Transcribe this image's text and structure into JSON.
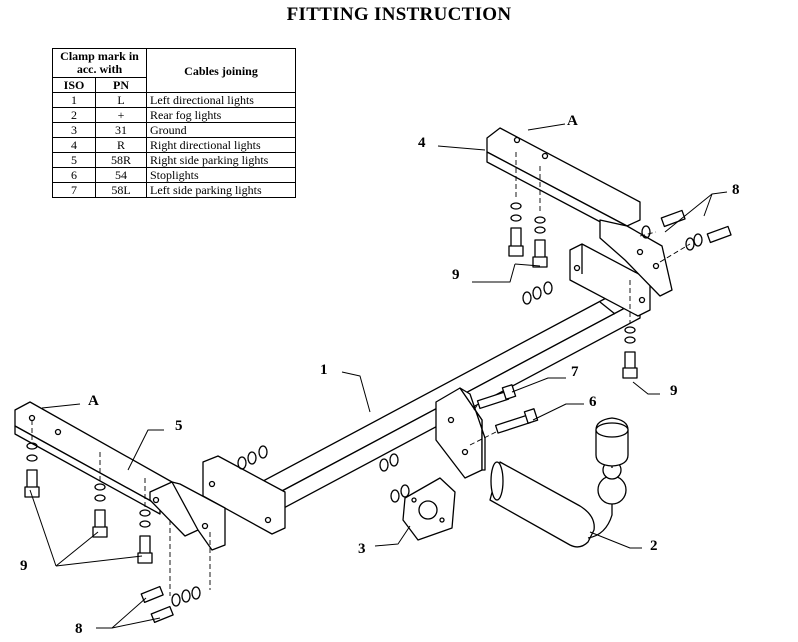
{
  "title": "FITTING INSTRUCTION",
  "table": {
    "header_clamp": "Clamp mark in acc. with",
    "header_cables": "Cables joining",
    "header_iso": "ISO",
    "header_pn": "PN",
    "rows": [
      {
        "iso": "1",
        "pn": "L",
        "desc": "Left directional lights"
      },
      {
        "iso": "2",
        "pn": "+",
        "desc": "Rear fog lights"
      },
      {
        "iso": "3",
        "pn": "31",
        "desc": "Ground"
      },
      {
        "iso": "4",
        "pn": "R",
        "desc": "Right directional lights"
      },
      {
        "iso": "5",
        "pn": "58R",
        "desc": "Right side parking lights"
      },
      {
        "iso": "6",
        "pn": "54",
        "desc": "Stoplights"
      },
      {
        "iso": "7",
        "pn": "58L",
        "desc": "Left side parking lights"
      }
    ]
  },
  "labels": {
    "a_right": "A",
    "a_left": "A",
    "part_1": "1",
    "part_2": "2",
    "part_3": "3",
    "part_4": "4",
    "part_5": "5",
    "part_6": "6",
    "part_7": "7",
    "part_8_right": "8",
    "part_8_left": "8",
    "part_9_center": "9",
    "part_9_right": "9",
    "part_9_left": "9"
  }
}
